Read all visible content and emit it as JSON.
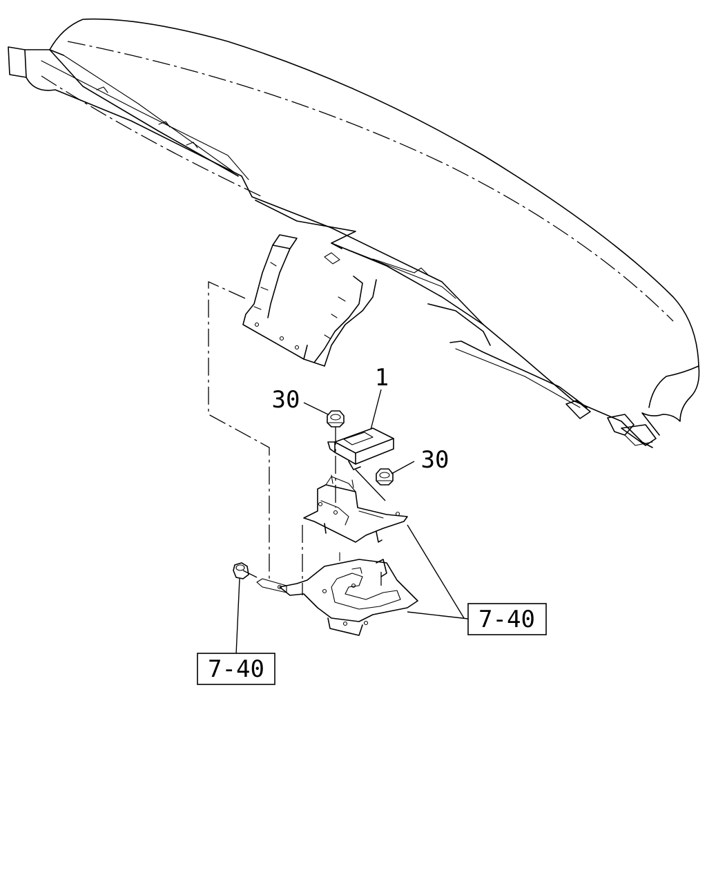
{
  "callouts": {
    "part_1": "1",
    "nut_upper_left": "30",
    "nut_right": "30",
    "ref_right": "7-40",
    "ref_left": "7-40"
  }
}
